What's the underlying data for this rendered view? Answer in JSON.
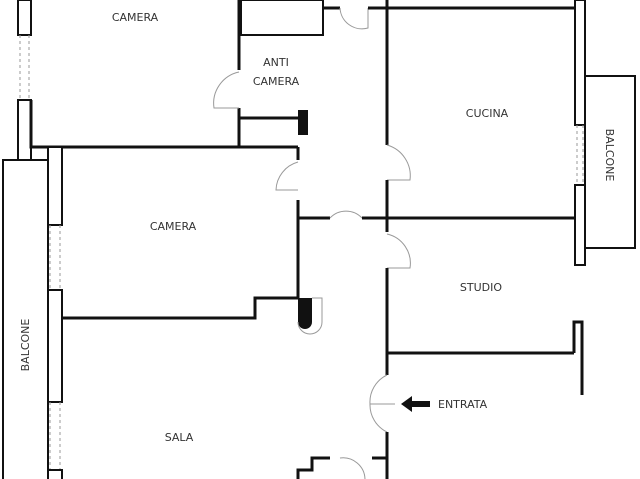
{
  "title": "Floor plan",
  "rooms": {
    "camera_top": "CAMERA",
    "anticamera_1": "ANTI",
    "anticamera_2": "CAMERA",
    "cucina": "CUCINA",
    "camera_mid": "CAMERA",
    "studio": "STUDIO",
    "sala": "SALA",
    "balcone_left": "BALCONE",
    "balcone_right": "BALCONE"
  },
  "entrance_label": "ENTRATA",
  "colors": {
    "wall": "#111111",
    "door": "#999999",
    "background": "#ffffff"
  }
}
